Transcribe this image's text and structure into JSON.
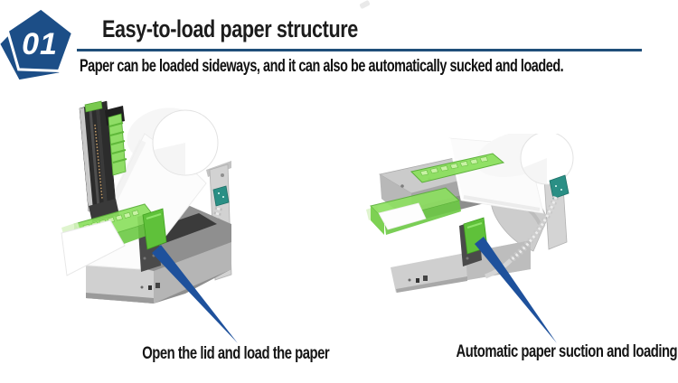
{
  "badge": {
    "number": "01",
    "fill": "#1c4e87",
    "text_color": "#ffffff"
  },
  "header": {
    "title": "Easy-to-load paper structure",
    "title_color": "#1c1c1c",
    "divider_color": "#1f4e79"
  },
  "subtitle": "Paper can be loaded sideways, and it can also be automatically sucked and loaded.",
  "figures": {
    "left": {
      "caption": "Open the lid and load the paper"
    },
    "right": {
      "caption": "Automatic paper suction and loading"
    }
  },
  "colors": {
    "arrow_blue": "#1e519c",
    "printer_green": "#8ce05f",
    "printer_green_dark": "#56ad33",
    "metal_light": "#d6d6d6",
    "metal_dark": "#bfbfbf",
    "pcb_teal": "#2a8f85",
    "paper_white": "#fcfcfc"
  }
}
